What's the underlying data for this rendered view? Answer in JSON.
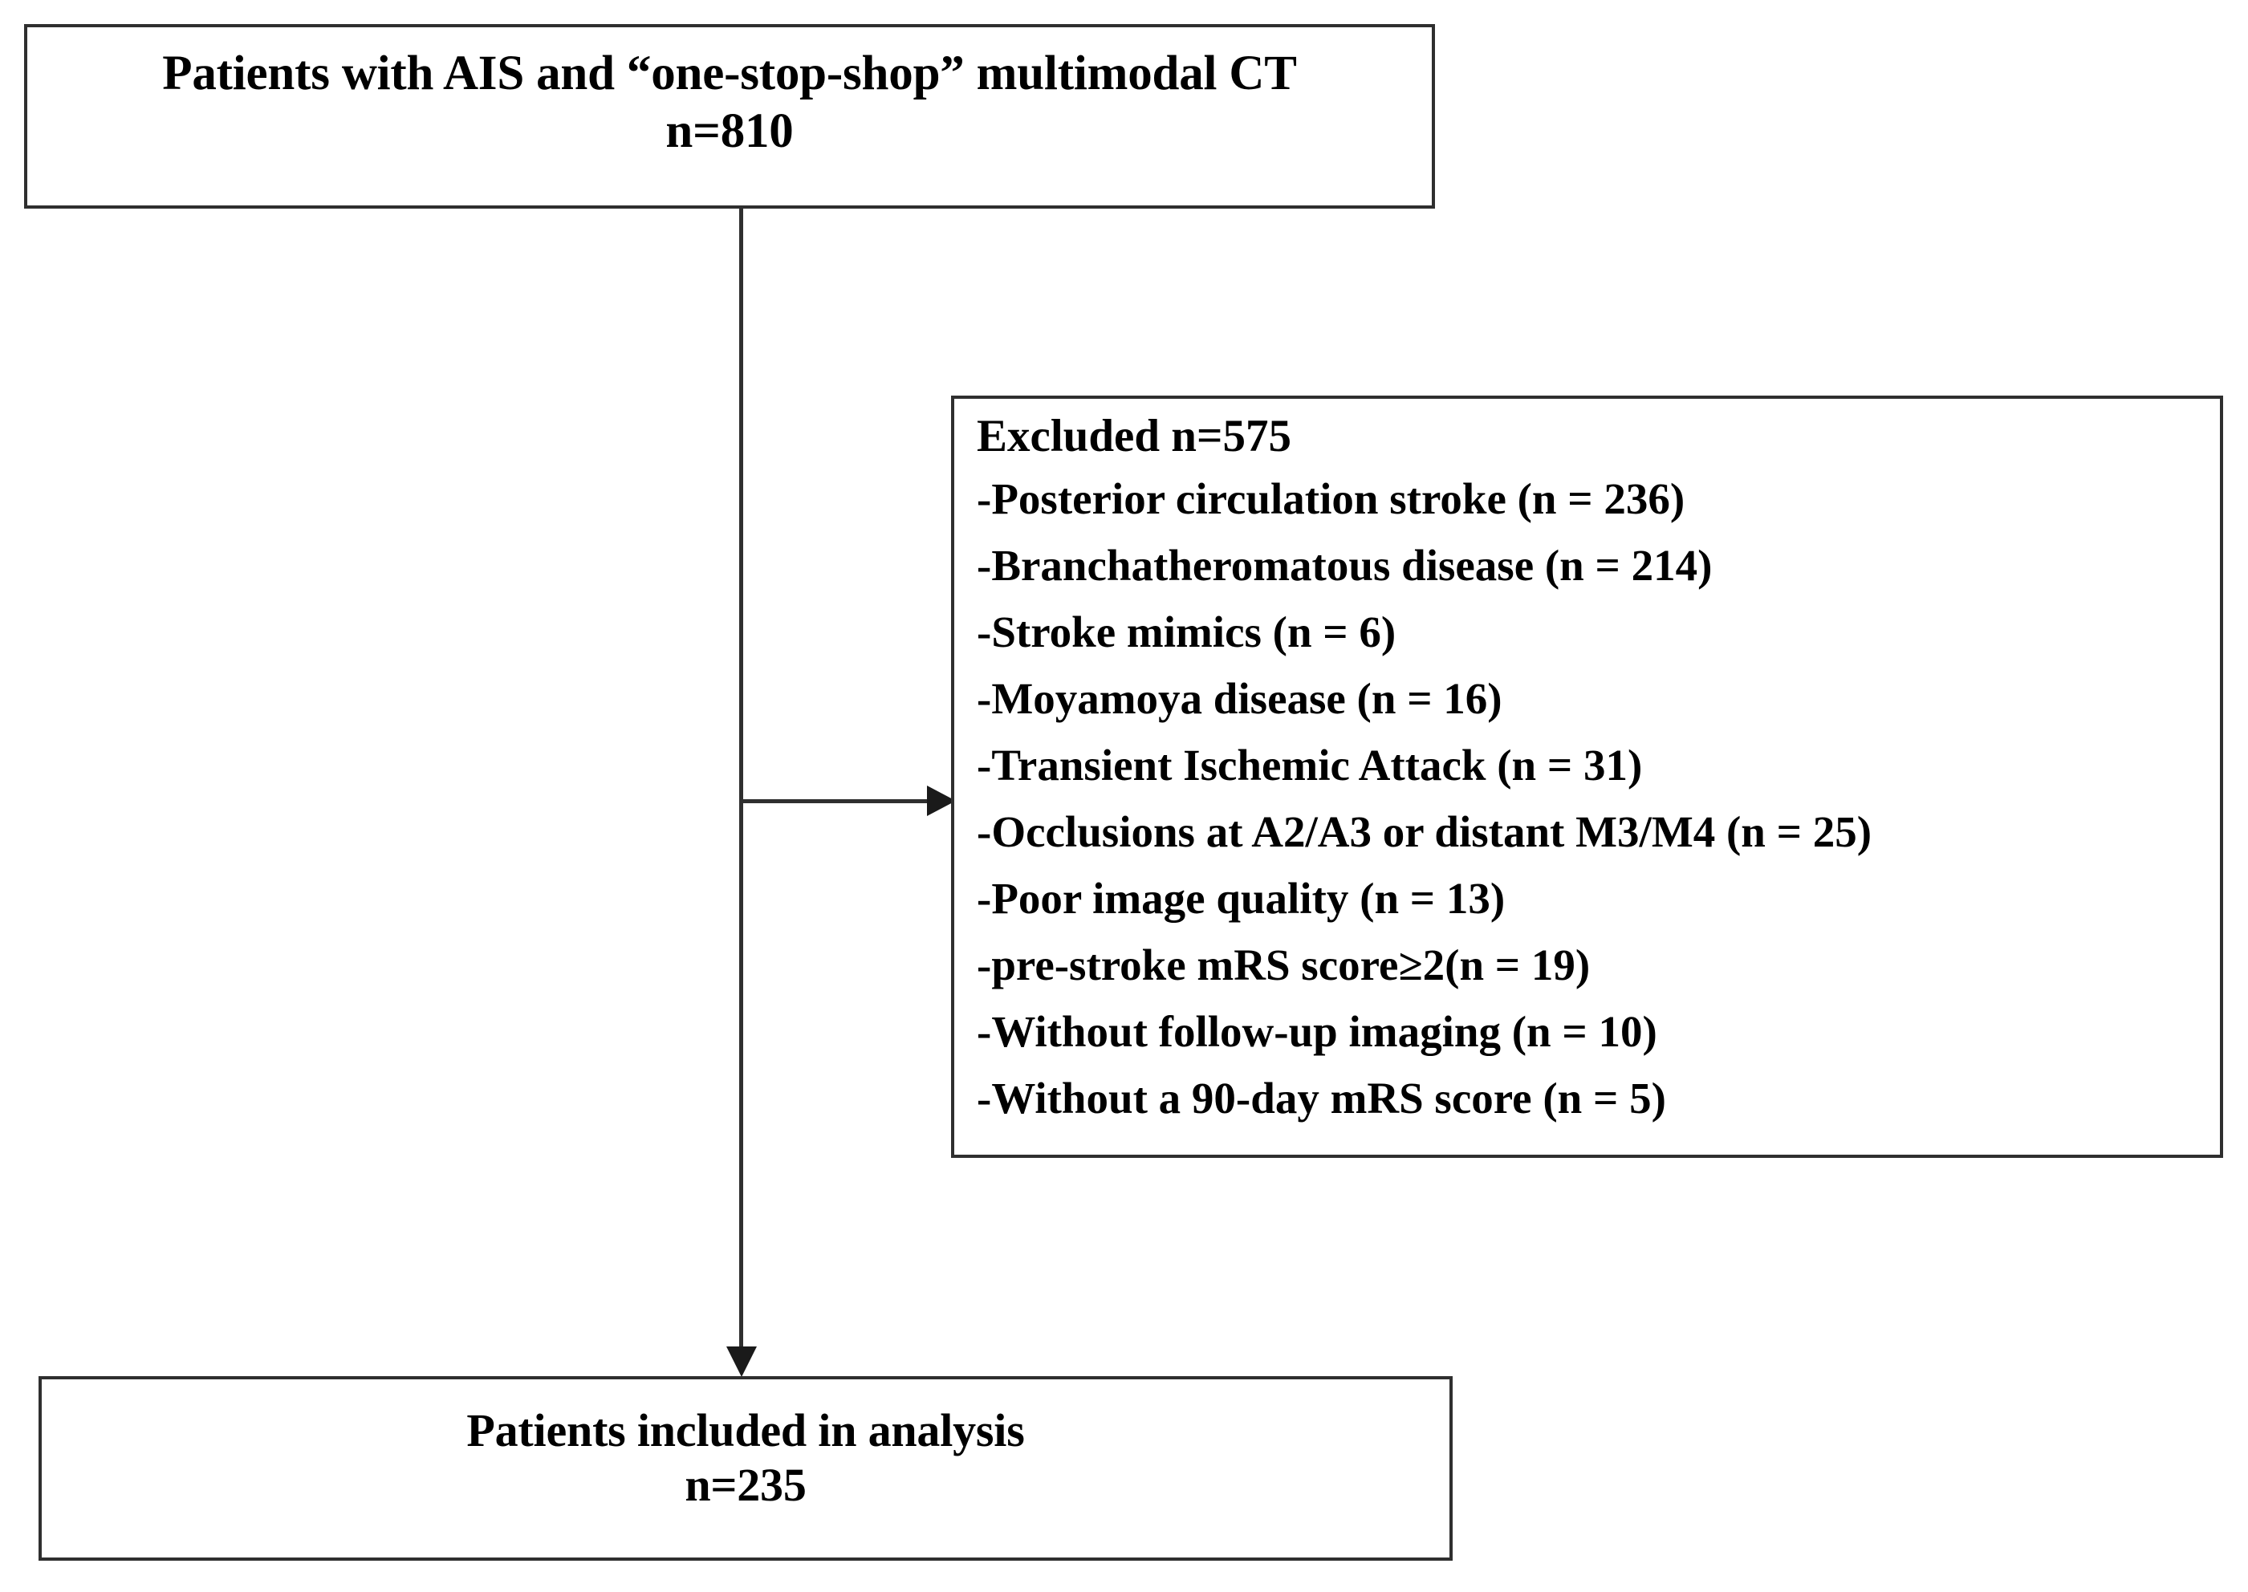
{
  "diagram": {
    "type": "study-flow-chart",
    "title": "Patient selection flow diagram",
    "line_color": "#2f2f2f",
    "text_color": "#000000",
    "background": "#ffffff"
  },
  "top_box": {
    "label": "Patients with AIS and “one-stop-shop” multimodal CT",
    "count": "n=810"
  },
  "excluded_box": {
    "heading": "Excluded  n=575",
    "items": [
      "-Posterior circulation stroke (n = 236)",
      "-Branchatheromatous disease (n = 214)",
      "-Stroke mimics (n = 6)",
      "-Moyamoya disease (n = 16)",
      "-Transient Ischemic Attack (n = 31)",
      "-Occlusions at A2/A3 or distant M3/M4 (n = 25)",
      "-Poor image quality (n = 13)",
      "-pre-stroke mRS score≥2(n = 19)",
      "-Without follow-up imaging (n = 10)",
      "-Without a 90-day mRS score (n = 5)"
    ]
  },
  "bottom_box": {
    "label": "Patients included in analysis",
    "count": "n=235"
  },
  "connectors": {
    "vertical_arrow_name": "flow-arrow-down",
    "branch_arrow_name": "flow-arrow-to-excluded"
  }
}
